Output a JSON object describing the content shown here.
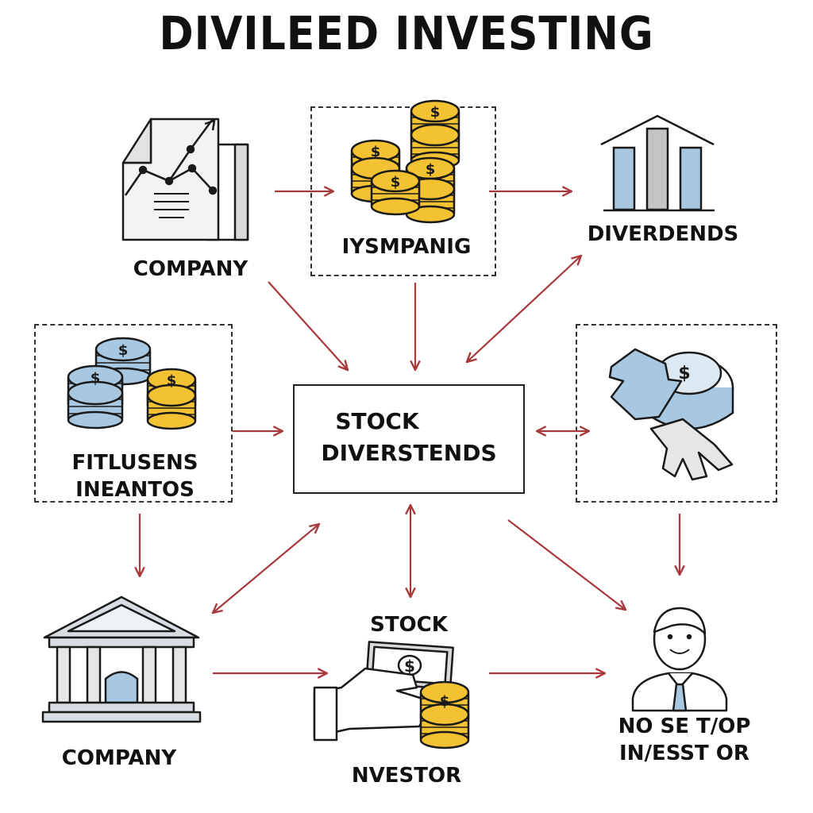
{
  "title": "DIVILEED INVESTING",
  "nodes": {
    "company_top": {
      "label": "COMPANY",
      "icon": "chart-document-icon"
    },
    "coins_top": {
      "label": "IYSMPANIG",
      "icon": "coin-stacks-icon"
    },
    "dividends": {
      "label": "DIVERDENDS",
      "icon": "bar-chart-building-icon"
    },
    "funds": {
      "line1": "FITLUSENS",
      "line2": "INEANTOS",
      "icon": "coin-stacks-icon"
    },
    "center": {
      "line1": "STOCK",
      "line2": "DIVERSTENDS"
    },
    "hands_coin": {
      "icon": "hand-coin-icon"
    },
    "company_bottom": {
      "label": "COMPANY",
      "icon": "bank-building-icon"
    },
    "investor_middle": {
      "label_top": "STOCK",
      "label_bottom": "NVESTOR",
      "icon": "hand-money-coins-icon"
    },
    "investor_right": {
      "line1": "NO SE T/OP",
      "line2": "IN/ESST OR",
      "icon": "person-investor-icon"
    }
  },
  "colors": {
    "arrow": "#a8383b",
    "coin_gold": "#f2c232",
    "coin_blue": "#a8c8e2",
    "outline": "#1a1a1a",
    "bar_blue": "#a8c8e2",
    "bar_grey": "#c4c4c4"
  }
}
